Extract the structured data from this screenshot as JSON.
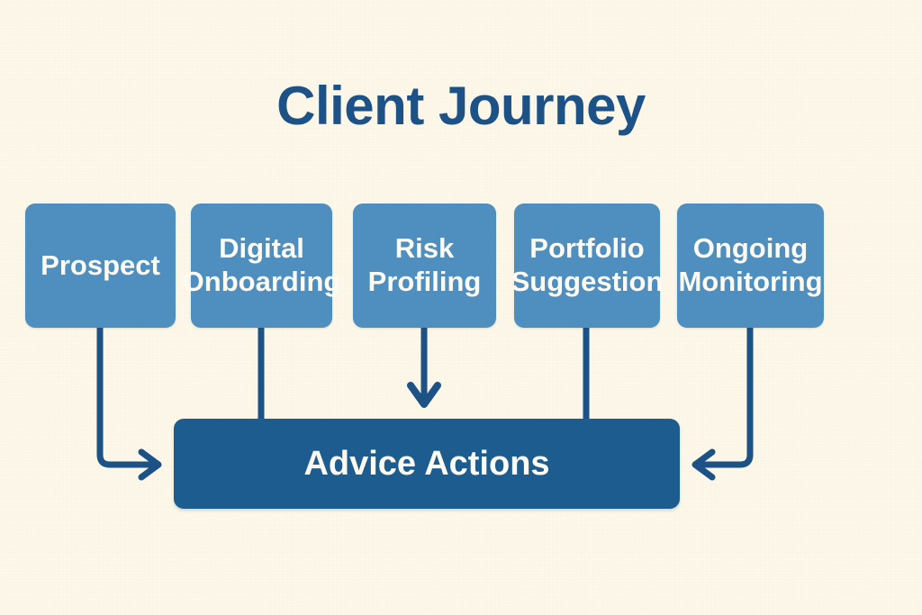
{
  "diagram": {
    "title": "Client Journey",
    "background_color": "#fdf8e9",
    "title_color": "#1d5287",
    "stage_color": "#4f8fbf",
    "hub_color": "#1d5c8f",
    "connector_color": "#1d5287",
    "stage_text_color": "#fdfaf2",
    "stages": [
      {
        "label": "Prospect",
        "connector": "elbow-right-arrow"
      },
      {
        "label": "Digital\nOnboarding",
        "connector": "line"
      },
      {
        "label": "Risk\nProfiling",
        "connector": "down-arrow"
      },
      {
        "label": "Portfolio\nSuggestion",
        "connector": "line"
      },
      {
        "label": "Ongoing\nMonitoring",
        "connector": "elbow-left-arrow"
      }
    ],
    "hub": {
      "label": "Advice Actions"
    }
  }
}
